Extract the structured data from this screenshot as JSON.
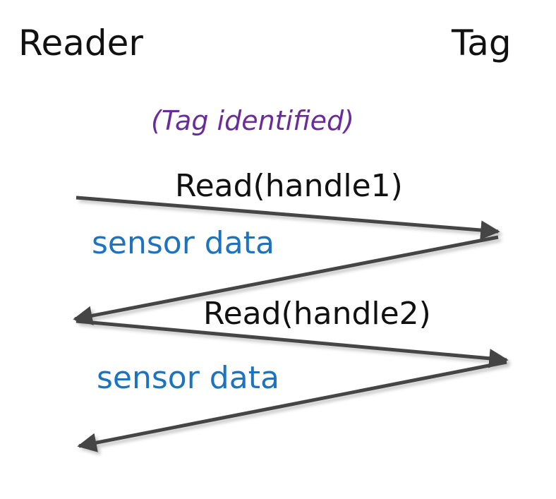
{
  "actors": {
    "reader": "Reader",
    "tag": "Tag"
  },
  "phase_note": "(Tag identified)",
  "messages": [
    {
      "label": "Read(handle1)",
      "from": "reader",
      "to": "tag"
    },
    {
      "label": "sensor data",
      "from": "tag",
      "to": "reader"
    },
    {
      "label": "Read(handle2)",
      "from": "reader",
      "to": "tag"
    },
    {
      "label": "sensor data",
      "from": "tag",
      "to": "reader"
    }
  ],
  "colors": {
    "lifeline": "#444444",
    "arrow": "#444444",
    "request_text": "#111111",
    "response_text": "#1e73be",
    "note": "#6a2c99"
  }
}
